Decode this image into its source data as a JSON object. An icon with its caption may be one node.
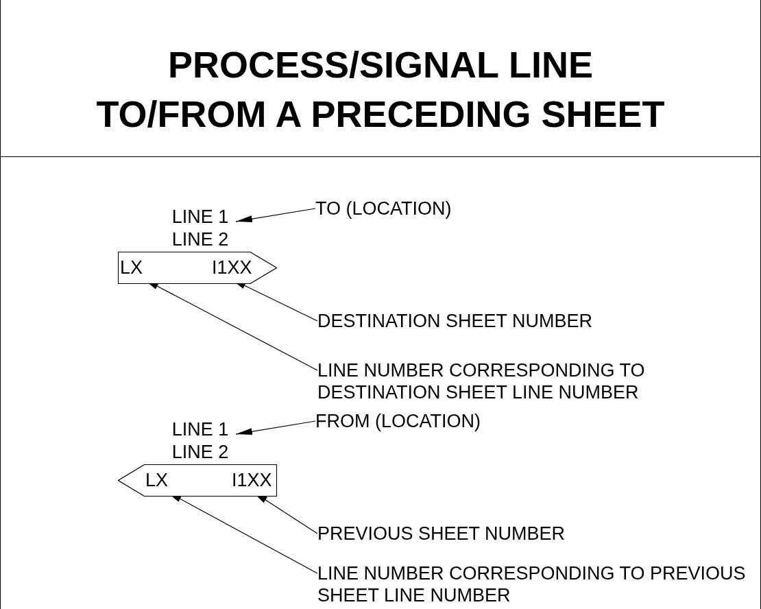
{
  "diagram": {
    "title": "PROCESS/SIGNAL LINE TO/FROM A PRECEDING SHEET",
    "nodes": [
      {
        "text": [
          "LINE 1",
          "LINE 2"
        ]
      },
      {
        "text": [],
        "shape": "flag"
      },
      {
        "text": [
          "LX"
        ],
        "in": 1
      },
      {
        "text": [
          "I1XX"
        ],
        "in": 1
      },
      {
        "text": [
          "TO (LOCATION)"
        ]
      },
      {
        "text": [
          "DESTINATION SHEET NUMBER"
        ]
      },
      {
        "text": [
          "LINE NUMBER CORRESPONDING TO DESTINATION SHEET LINE NUMBER"
        ]
      },
      {
        "text": [
          "LINE 1",
          "LINE 2"
        ]
      },
      {
        "text": [],
        "shape": "flag"
      },
      {
        "text": [
          "LX"
        ],
        "in": 8
      },
      {
        "text": [
          "I1XX"
        ],
        "in": 8
      },
      {
        "text": [
          "FROM (LOCATION)"
        ]
      },
      {
        "text": [
          "PREVIOUS SHEET NUMBER"
        ]
      },
      {
        "text": [
          "LINE NUMBER CORRESPONDING TO PREVIOUS SHEET LINE NUMBER"
        ]
      }
    ],
    "edges": [
      {
        "from": 4,
        "to": 0,
        "arrow": "to"
      },
      {
        "from": 5,
        "to": 3,
        "arrow": "to"
      },
      {
        "from": 6,
        "to": 2,
        "arrow": "to"
      },
      {
        "from": 11,
        "to": 7,
        "arrow": "to"
      },
      {
        "from": 12,
        "to": 10,
        "arrow": "to"
      },
      {
        "from": 13,
        "to": 9,
        "arrow": "to"
      }
    ]
  }
}
